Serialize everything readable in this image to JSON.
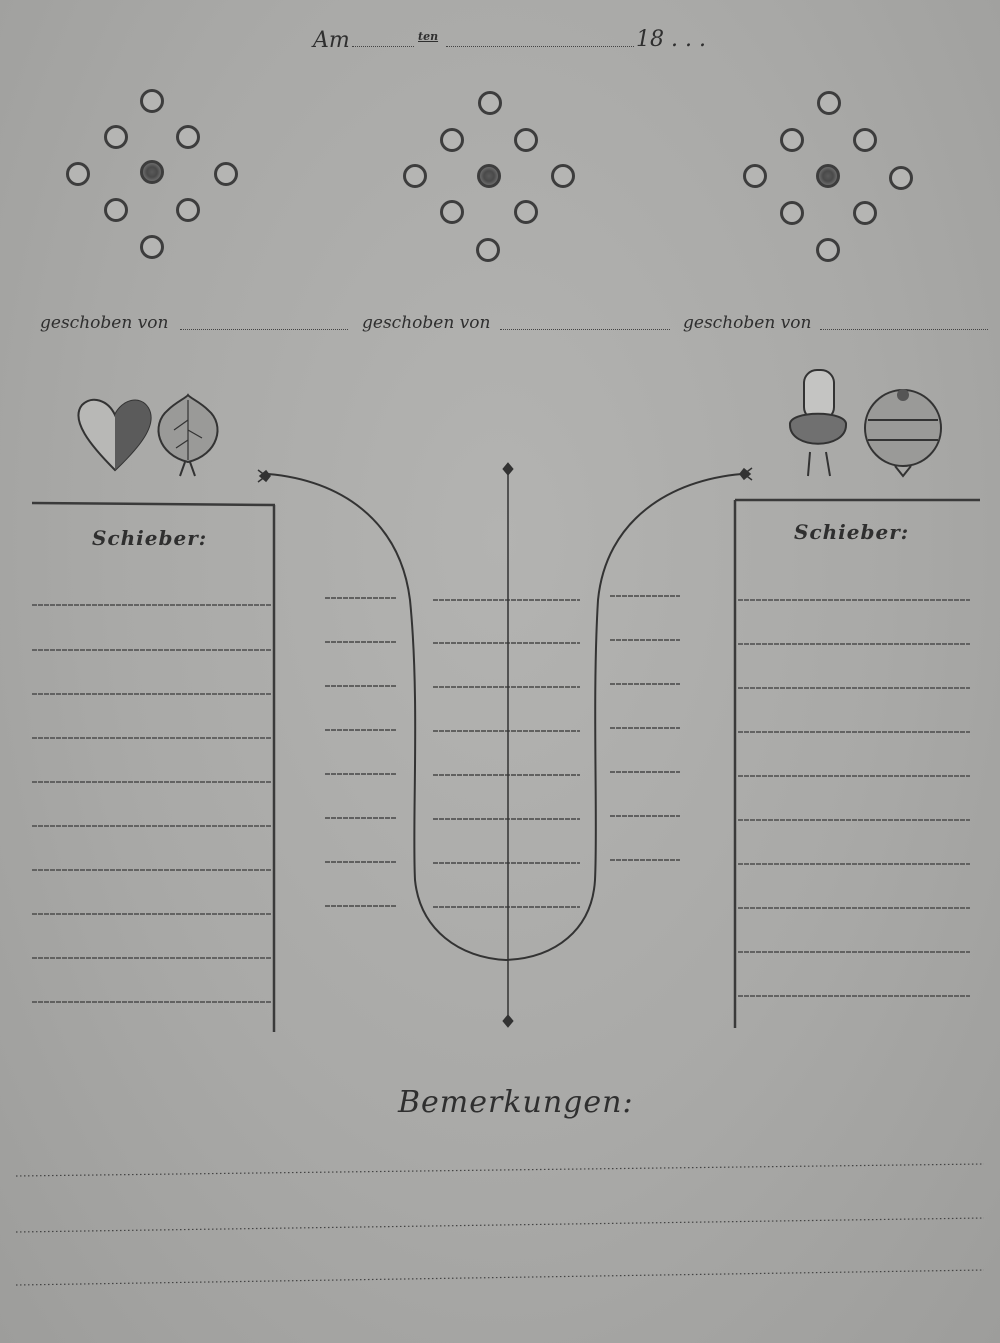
{
  "header": {
    "am_label": "Am",
    "ten_label": "ten",
    "year_label": "18 . . ."
  },
  "deal_labels": [
    "geschoben von",
    "geschoben von",
    "geschoben von"
  ],
  "suits": {
    "left": [
      "heart-icon",
      "leaf-icon"
    ],
    "right": [
      "acorn-icon",
      "bell-icon"
    ]
  },
  "left_panel": {
    "title": "Schieber:"
  },
  "right_panel": {
    "title": "Schieber:"
  },
  "remarks": {
    "title": "Bemerkungen:"
  }
}
